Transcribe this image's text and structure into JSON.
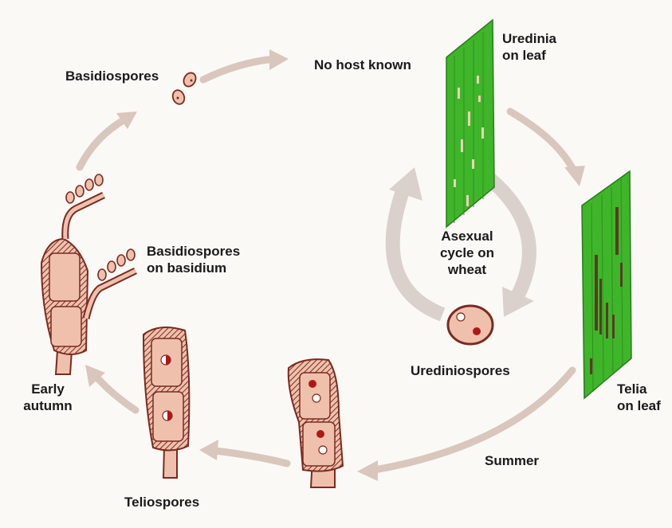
{
  "labels": {
    "basidiospores": "Basidiospores",
    "no_host": "No host known",
    "uredinia": [
      "Uredinia",
      "on leaf"
    ],
    "asexual": [
      "Asexual",
      "cycle on",
      "wheat"
    ],
    "urediniospores": "Urediniospores",
    "telia": [
      "Telia",
      "on leaf"
    ],
    "summer": "Summer",
    "teliospores": "Teliospores",
    "early_autumn": [
      "Early",
      "autumn"
    ],
    "basidiospores_on_basidium": [
      "Basidiospores",
      "on basidium"
    ]
  },
  "colors": {
    "background": "#fbf9f6",
    "arrow": "#d9c6bd",
    "cell_fill": "#efc1ad",
    "cell_outline": "#7a2a20",
    "nucleus": "#b01818",
    "leaf_green": "#3fb62a",
    "telia_stripes": "#5a3a25"
  },
  "icons": {
    "cycle_arrows": "curved-arrow",
    "leaf": "wheat-leaf",
    "spore": "spore-cell"
  }
}
